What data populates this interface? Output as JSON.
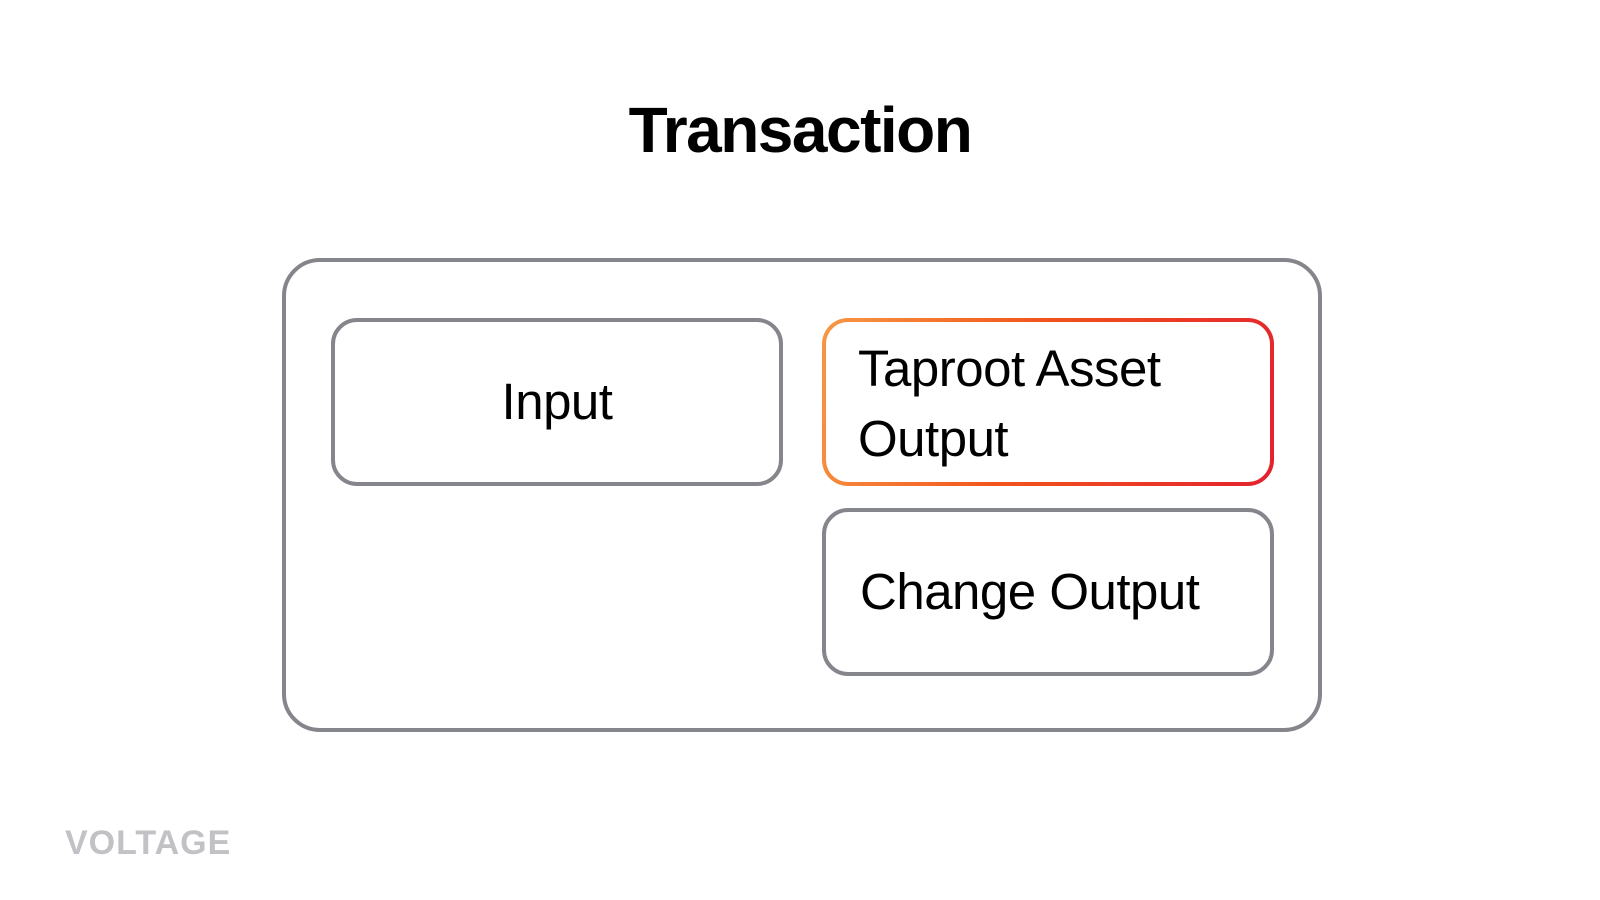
{
  "title": "Transaction",
  "diagram": {
    "input_label": "Input",
    "taproot_label_line1": "Taproot Asset",
    "taproot_label_line2": "Output",
    "change_label": "Change Output"
  },
  "colors": {
    "box_border": "#85858c",
    "highlight_gradient": [
      "#f79845",
      "#f2531c",
      "#e3212f"
    ],
    "logo": "#c2c2c6"
  },
  "logo": {
    "text": "VOLTAGE"
  }
}
